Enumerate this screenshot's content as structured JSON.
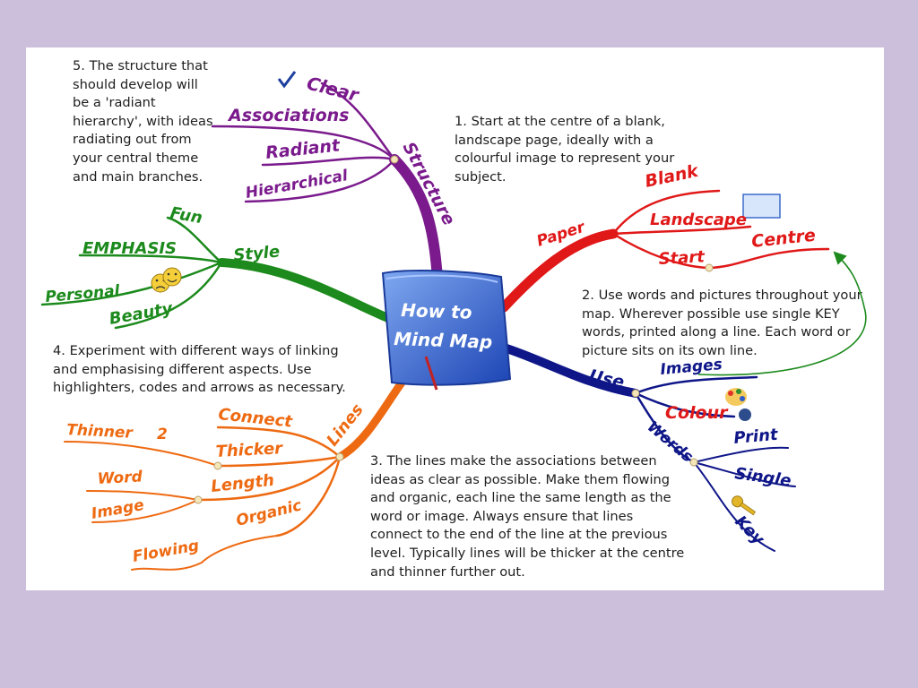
{
  "colors": {
    "background": "#cbbfdb",
    "structure": "#7a1a8c",
    "paper": "#e01818",
    "use": "#0f1688",
    "lines": "#ee6a12",
    "style": "#1c8a1c",
    "center": "#2a5bc9"
  },
  "notes": {
    "n1": "1. Start at the centre of a blank, landscape page, ideally with a colourful image to represent your subject.",
    "n2": "2. Use words and pictures throughout your map. Wherever possible use single KEY words, printed along a line. Each word or picture sits on its own line.",
    "n3": "3. The lines make the associations between ideas as clear as possible. Make them flowing and organic, each line the same length as the word or image. Always ensure that lines connect to the end of the line at the previous level. Typically lines will be thicker at the centre and thinner further out.",
    "n4": "4. Experiment with different ways of linking and emphasising different aspects. Use highlighters, codes and arrows as necessary.",
    "n5": "5. The structure that should develop will be a 'radiant hierarchy', with ideas radiating out from your central theme and main branches."
  },
  "center": {
    "line1": "How to",
    "line2": "Mind Map"
  },
  "branches": {
    "structure": {
      "label": "Structure",
      "children": [
        "Clear",
        "Associations",
        "Radiant",
        "Hierarchical"
      ]
    },
    "paper": {
      "label": "Paper",
      "children": [
        "Blank",
        "Landscape",
        "Start",
        "Centre"
      ]
    },
    "use": {
      "label": "Use",
      "children": [
        "Images",
        "Colour",
        "Words"
      ],
      "words_children": [
        "Print",
        "Single",
        "Key"
      ]
    },
    "lines": {
      "label": "Lines",
      "children": [
        "Connect",
        "Thicker",
        "Length",
        "Organic"
      ],
      "thicker_children": [
        "Thinner",
        "2"
      ],
      "length_children": [
        "Word",
        "Image"
      ],
      "organic_children": [
        "Flowing"
      ]
    },
    "style": {
      "label": "Style",
      "children": [
        "Fun",
        "EMPHASIS",
        "Personal",
        "Beauty"
      ]
    }
  }
}
